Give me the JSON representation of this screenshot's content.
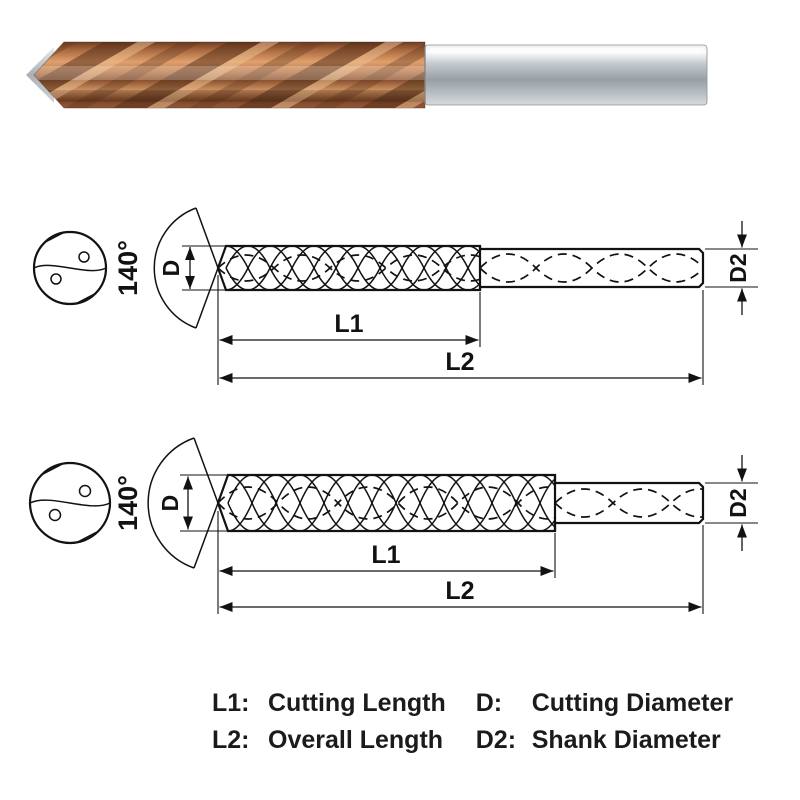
{
  "photo": {
    "flute_color": "#a0613b",
    "shank_color": "#c6cbd0"
  },
  "drawings": [
    {
      "point_angle": "140°",
      "d_label": "D",
      "l1_label": "L1",
      "l2_label": "L2",
      "d2_label": "D2"
    },
    {
      "point_angle": "140°",
      "d_label": "D",
      "l1_label": "L1",
      "l2_label": "L2",
      "d2_label": "D2"
    }
  ],
  "legend": {
    "items": [
      {
        "abbr": "L1:",
        "label": "Cutting Length"
      },
      {
        "abbr": "L2:",
        "label": "Overall Length"
      },
      {
        "abbr": "D:",
        "label": "Cutting Diameter"
      },
      {
        "abbr": "D2:",
        "label": "Shank Diameter"
      }
    ]
  }
}
